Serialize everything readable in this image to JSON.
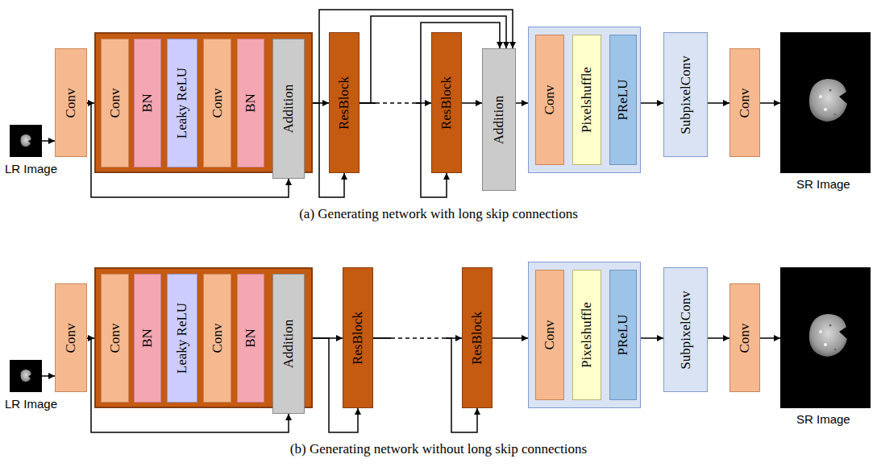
{
  "diagram": {
    "nodes": [
      {
        "text": [
          "Conv"
        ]
      },
      {
        "text": []
      },
      {
        "text": [
          "Conv"
        ],
        "in": 1
      },
      {
        "text": [
          "BN"
        ],
        "in": 1
      },
      {
        "text": [
          "Leaky ReLU"
        ],
        "in": 1
      },
      {
        "text": [
          "Conv"
        ],
        "in": 1
      },
      {
        "text": [
          "BN"
        ],
        "in": 1
      },
      {
        "text": [
          "Addition"
        ],
        "in": 1
      },
      {
        "text": [
          "ResBlock"
        ]
      },
      {
        "text": [
          "ResBlock"
        ]
      },
      {
        "text": [
          "Addition"
        ]
      },
      {
        "text": []
      },
      {
        "text": [
          "Conv"
        ],
        "in": 11
      },
      {
        "text": [
          "Pixelshuffle"
        ],
        "in": 11
      },
      {
        "text": [
          "PReLU"
        ],
        "in": 11
      },
      {
        "text": [
          "SubpixelConv"
        ]
      },
      {
        "text": [
          "Conv"
        ]
      },
      {
        "text": [
          "Conv"
        ]
      },
      {
        "text": []
      },
      {
        "text": [
          "Conv"
        ],
        "in": 18
      },
      {
        "text": [
          "BN"
        ],
        "in": 18
      },
      {
        "text": [
          "Leaky ReLU"
        ],
        "in": 18
      },
      {
        "text": [
          "Conv"
        ],
        "in": 18
      },
      {
        "text": [
          "BN"
        ],
        "in": 18
      },
      {
        "text": [
          "Addition"
        ],
        "in": 18
      },
      {
        "text": [
          "ResBlock"
        ]
      },
      {
        "text": [
          "ResBlock"
        ]
      },
      {
        "text": []
      },
      {
        "text": [
          "Conv"
        ],
        "in": 27
      },
      {
        "text": [
          "Pixelshuffle"
        ],
        "in": 27
      },
      {
        "text": [
          "PReLU"
        ],
        "in": 27
      },
      {
        "text": [
          "SubpixelConv"
        ]
      },
      {
        "text": [
          "Conv"
        ]
      }
    ],
    "edges": [
      {
        "from": 0,
        "to": 1,
        "arrow": "to"
      },
      {
        "from": 0,
        "to": 7,
        "arrow": "to"
      },
      {
        "from": 1,
        "to": 8,
        "arrow": "to"
      },
      {
        "from": 1,
        "to": 8,
        "arrow": "to"
      },
      {
        "from": 1,
        "to": 10,
        "arrow": "to"
      },
      {
        "from": 8,
        "to": 9,
        "arrow": "to"
      },
      {
        "from": 8,
        "to": 10,
        "arrow": "to"
      },
      {
        "from": 8,
        "to": 10,
        "arrow": "to"
      },
      {
        "from": 8,
        "to": 9,
        "arrow": "to"
      },
      {
        "from": 9,
        "to": 10,
        "arrow": "to"
      },
      {
        "from": 10,
        "to": 11,
        "arrow": "to"
      },
      {
        "from": 11,
        "to": 15,
        "arrow": "to"
      },
      {
        "from": 15,
        "to": 16,
        "arrow": "to"
      },
      {
        "from": 17,
        "to": 18,
        "arrow": "to"
      },
      {
        "from": 17,
        "to": 24,
        "arrow": "to"
      },
      {
        "from": 18,
        "to": 25,
        "arrow": "to"
      },
      {
        "from": 18,
        "to": 25,
        "arrow": "to"
      },
      {
        "from": 25,
        "to": 26,
        "arrow": "to"
      },
      {
        "from": 25,
        "to": 26,
        "arrow": "to"
      },
      {
        "from": 26,
        "to": 27,
        "arrow": "to"
      },
      {
        "from": 27,
        "to": 31,
        "arrow": "to"
      },
      {
        "from": 31,
        "to": 32,
        "arrow": "to"
      }
    ],
    "labels": [
      "LR Image",
      "SR Image",
      "(a) Generating network with long skip connections",
      "LR Image",
      "SR Image",
      "(b) Generating network without long skip connections"
    ]
  }
}
